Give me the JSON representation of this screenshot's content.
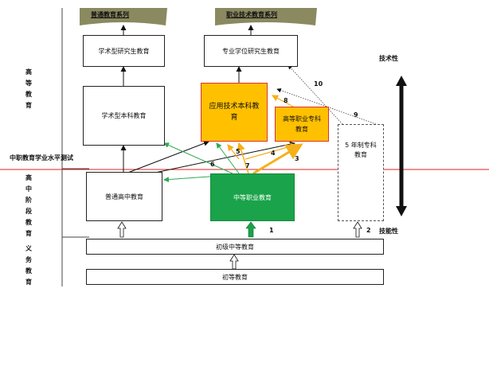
{
  "headers": {
    "academic_series": "普通教育系列",
    "vocational_series": "职业技术教育系列"
  },
  "levels": {
    "higher": "高等教育",
    "high_school": "高中阶段教育",
    "compulsory": "义务教育"
  },
  "boxes": {
    "academic_grad": "学术型研究生教育",
    "professional_grad": "专业学位研究生教育",
    "academic_undergrad": "学术型本科教育",
    "applied_undergrad": "应用技术本科教育",
    "higher_vocational": "高等职业专科教育",
    "five_year": "5 年制专科教育",
    "general_high": "普通高中教育",
    "secondary_vocational": "中等职业教育",
    "junior_middle": "初级中等教育",
    "primary": "初等教育"
  },
  "exam_label": "中职教育学业水平测试",
  "axis": {
    "top": "技术性",
    "bottom": "技能性"
  },
  "path_numbers": [
    "1",
    "2",
    "3",
    "4",
    "5",
    "6",
    "7",
    "8",
    "9",
    "10"
  ],
  "colors": {
    "banner": "#8b8960",
    "applied_fill": "#ffc000",
    "applied_border": "#e03030",
    "vocational_green": "#1aa34a",
    "arrow_green": "#2faa55",
    "arrow_orange": "#f5b01a",
    "red_line": "#e02020"
  }
}
